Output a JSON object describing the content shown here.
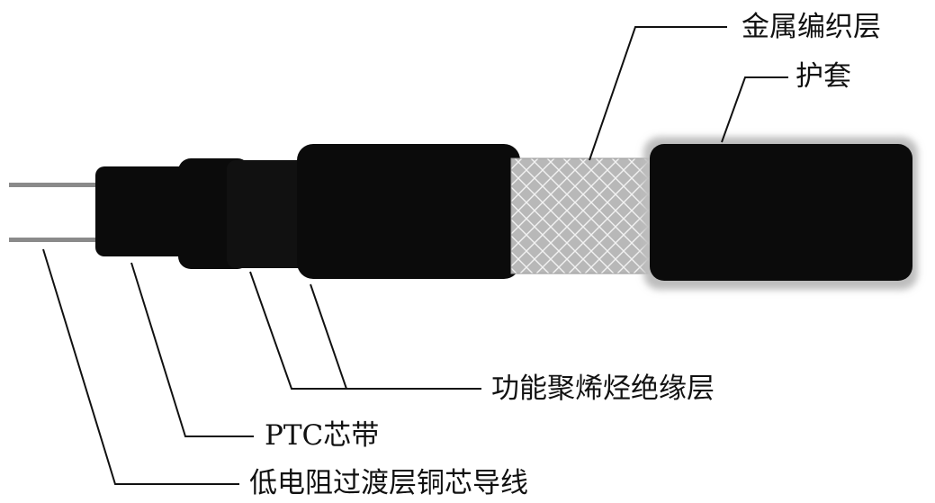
{
  "labels": {
    "metal_braid": "金属编织层",
    "jacket": "护套",
    "polyolefin_insulation": "功能聚烯烃绝缘层",
    "ptc_core": "PTC芯带",
    "copper_conductor": "低电阻过渡层铜芯导线"
  },
  "colors": {
    "background": "#ffffff",
    "layer_black": "#0b0b0b",
    "braid": "#a9a9a9",
    "line": "#111111"
  }
}
